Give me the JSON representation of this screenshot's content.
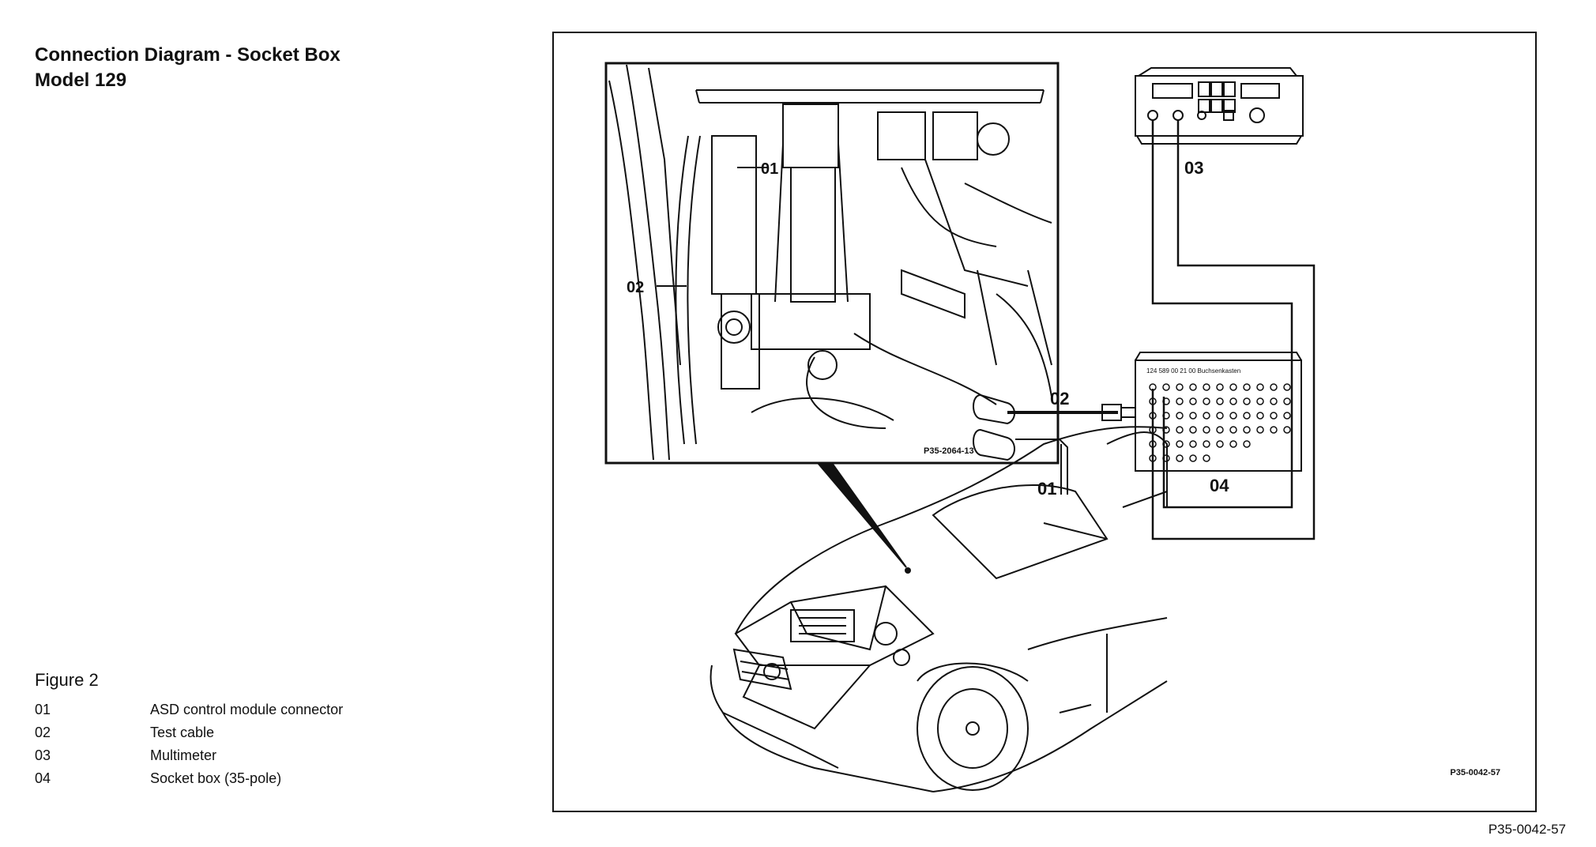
{
  "title": {
    "line1": "Connection Diagram - Socket Box",
    "line2": "Model 129"
  },
  "figure": {
    "label": "Figure 2",
    "legend": [
      {
        "num": "01",
        "text": "ASD control module connector"
      },
      {
        "num": "02",
        "text": "Test cable"
      },
      {
        "num": "03",
        "text": "Multimeter"
      },
      {
        "num": "04",
        "text": "Socket box (35-pole)"
      }
    ]
  },
  "diagram": {
    "inset_code": "P35-2064-13",
    "inset_labels": {
      "c01": "01",
      "c02": "02"
    },
    "callouts": {
      "c01": "01",
      "c02": "02",
      "c03": "03",
      "c04": "04"
    },
    "socket_box_text": "124 589 00 21 00   Buchsenkasten",
    "frame_code": "P35-0042-57"
  },
  "page_code": "P35-0042-57"
}
